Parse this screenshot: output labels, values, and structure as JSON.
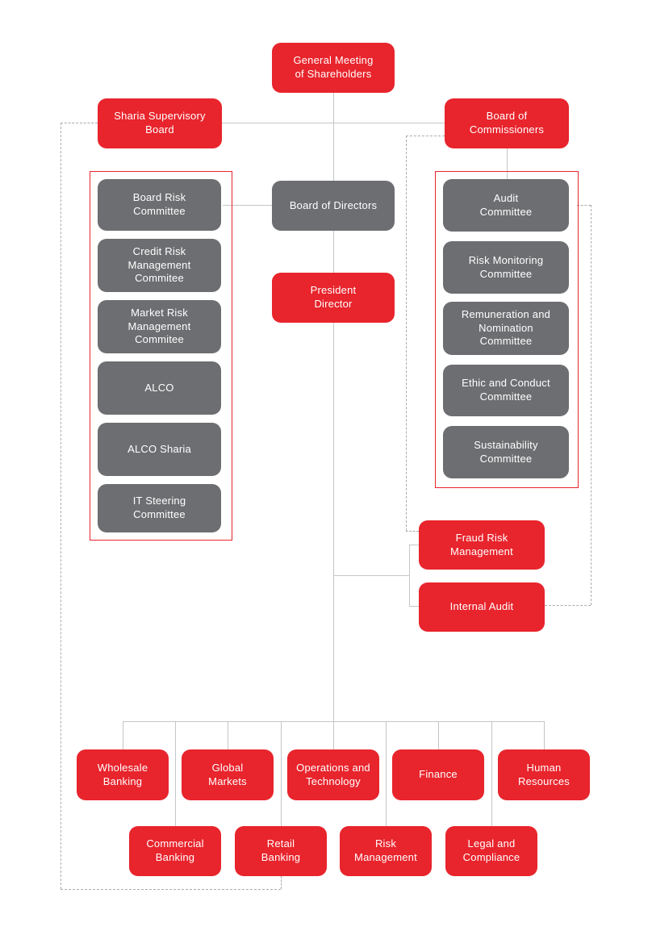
{
  "colors": {
    "box_red": "#E8242C",
    "box_gray": "#6D6E71",
    "box_text": "#FFFFFF",
    "solid_line": "#C4C5C7",
    "dashed_line": "#A9ABAE",
    "group_outline": "#E8242C",
    "background": "#FFFFFF"
  },
  "nodes": {
    "general_meeting": {
      "label": "General Meeting\nof Shareholders"
    },
    "sharia_supervisory_board": {
      "label": "Sharia Supervisory\nBoard"
    },
    "board_of_commissioners": {
      "label": "Board of\nCommissioners"
    },
    "board_of_directors": {
      "label": "Board of Directors"
    },
    "president_director": {
      "label": "President\nDirector"
    },
    "fraud_risk_management": {
      "label": "Fraud Risk\nManagement"
    },
    "internal_audit": {
      "label": "Internal Audit"
    }
  },
  "board_committees": {
    "items": [
      {
        "label": "Board Risk\nCommittee"
      },
      {
        "label": "Credit Risk\nManagement\nCommitee"
      },
      {
        "label": "Market Risk\nManagement\nCommitee"
      },
      {
        "label": "ALCO"
      },
      {
        "label": "ALCO Sharia"
      },
      {
        "label": "IT Steering\nCommittee"
      }
    ]
  },
  "commissioner_committees": {
    "items": [
      {
        "label": "Audit\nCommittee"
      },
      {
        "label": "Risk Monitoring\nCommittee"
      },
      {
        "label": "Remuneration and\nNomination\nCommittee"
      },
      {
        "label": "Ethic and Conduct\nCommittee"
      },
      {
        "label": "Sustainability\nCommittee"
      }
    ]
  },
  "directorates": {
    "row1": [
      {
        "label": "Wholesale\nBanking"
      },
      {
        "label": "Global\nMarkets"
      },
      {
        "label": "Operations and\nTechnology"
      },
      {
        "label": "Finance"
      },
      {
        "label": "Human\nResources"
      }
    ],
    "row2": [
      {
        "label": "Commercial\nBanking"
      },
      {
        "label": "Retail\nBanking"
      },
      {
        "label": "Risk\nManagement"
      },
      {
        "label": "Legal and\nCompliance"
      }
    ]
  }
}
